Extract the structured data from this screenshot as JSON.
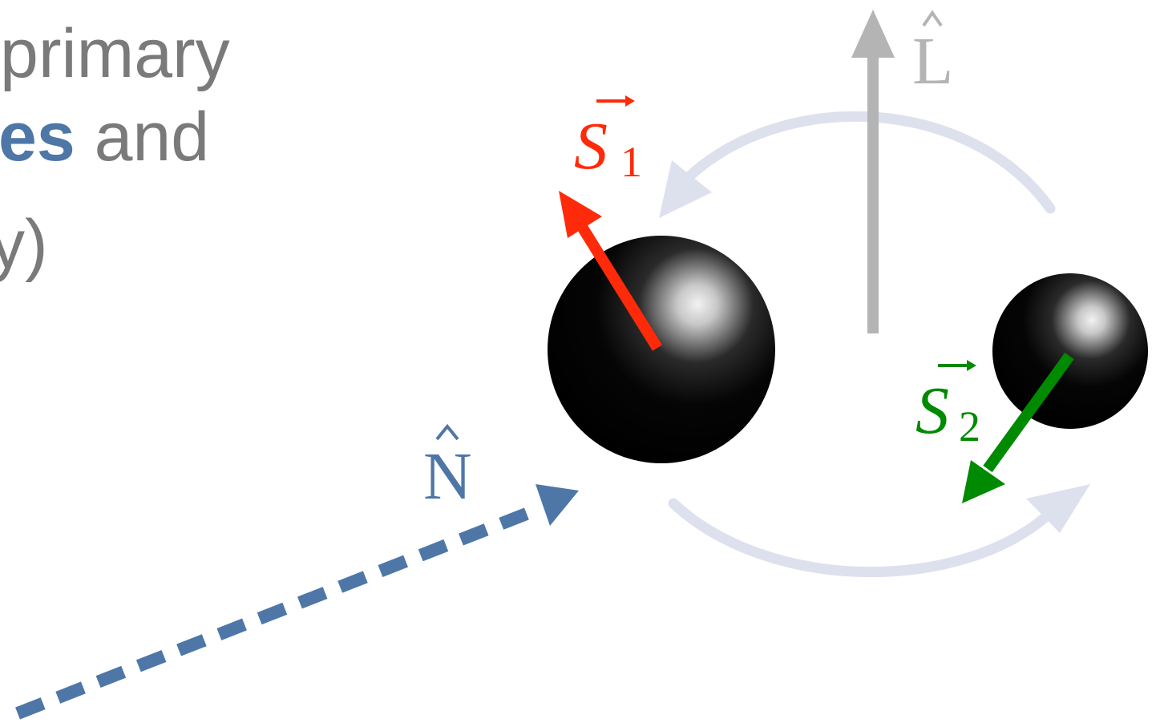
{
  "slide_text": {
    "line1": "primary",
    "line2_emphasis": "es",
    "line2_rest": " and",
    "line3": "y)"
  },
  "labels": {
    "spin1": "S",
    "spin1_sub": "1",
    "spin2": "S",
    "spin2_sub": "2",
    "orbital_momentum": "L",
    "line_of_sight": "N"
  },
  "colors": {
    "spin1": "#ff2a0a",
    "spin2": "#008a00",
    "orbital_momentum": "#b4b4b4",
    "line_of_sight": "#4e77a8",
    "orbit_arc": "#dde1ee",
    "black_hole": "#000000"
  }
}
